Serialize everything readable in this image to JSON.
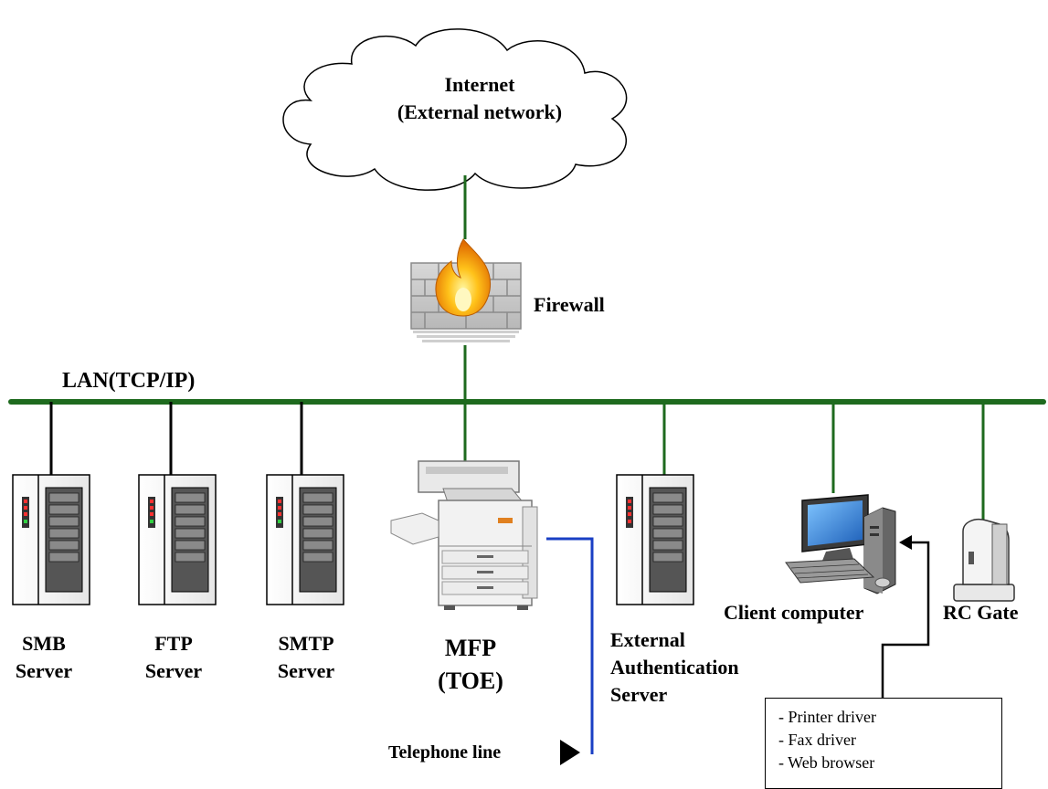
{
  "internet": {
    "line1": "Internet",
    "line2": "(External network)"
  },
  "firewall": {
    "label": "Firewall"
  },
  "lan": {
    "label": "LAN(TCP/IP)"
  },
  "servers": {
    "smb": {
      "line1": "SMB",
      "line2": "Server"
    },
    "ftp": {
      "line1": "FTP",
      "line2": "Server"
    },
    "smtp": {
      "line1": "SMTP",
      "line2": "Server"
    }
  },
  "mfp": {
    "line1": "MFP",
    "line2": "(TOE)"
  },
  "auth_server": {
    "line1": "External",
    "line2": "Authentication",
    "line3": "Server"
  },
  "client": {
    "label": "Client computer"
  },
  "rc_gate": {
    "label": "RC Gate"
  },
  "telephone": {
    "label": "Telephone line"
  },
  "software": {
    "items": [
      "- Printer driver",
      "- Fax driver",
      "- Web browser"
    ]
  },
  "colors": {
    "lan_line": "#1e6a1e",
    "telephone_line": "#1a3fc4",
    "link_line": "#000000"
  }
}
